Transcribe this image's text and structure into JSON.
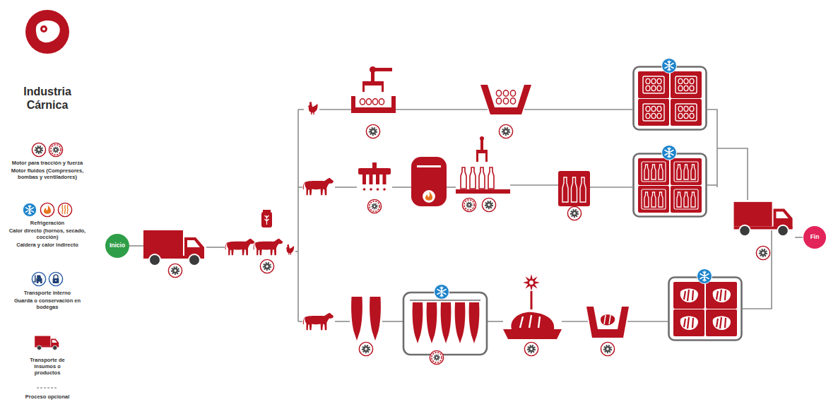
{
  "diagram": {
    "title": "Industria Cárnica",
    "nodes": [
      {
        "text": [
          "Inicio"
        ]
      },
      {
        "text": [
          "Fin"
        ]
      }
    ],
    "legend": [
      {
        "text": "Motor para tracción y fuerza"
      },
      {
        "text": "Motor fluidos (Compresores, bombas y ventiladores)"
      },
      {
        "text": "Refrigeración"
      },
      {
        "text": "Calor directo (hornos, secado, cocción)"
      },
      {
        "text": "Caldera y calor indirecto"
      },
      {
        "text": "Transporte interno"
      },
      {
        "text": "Guarda o conservación en bodegas"
      },
      {
        "text": "Transporte de insumos o productos"
      },
      {
        "text": "Proceso opcional"
      }
    ]
  }
}
